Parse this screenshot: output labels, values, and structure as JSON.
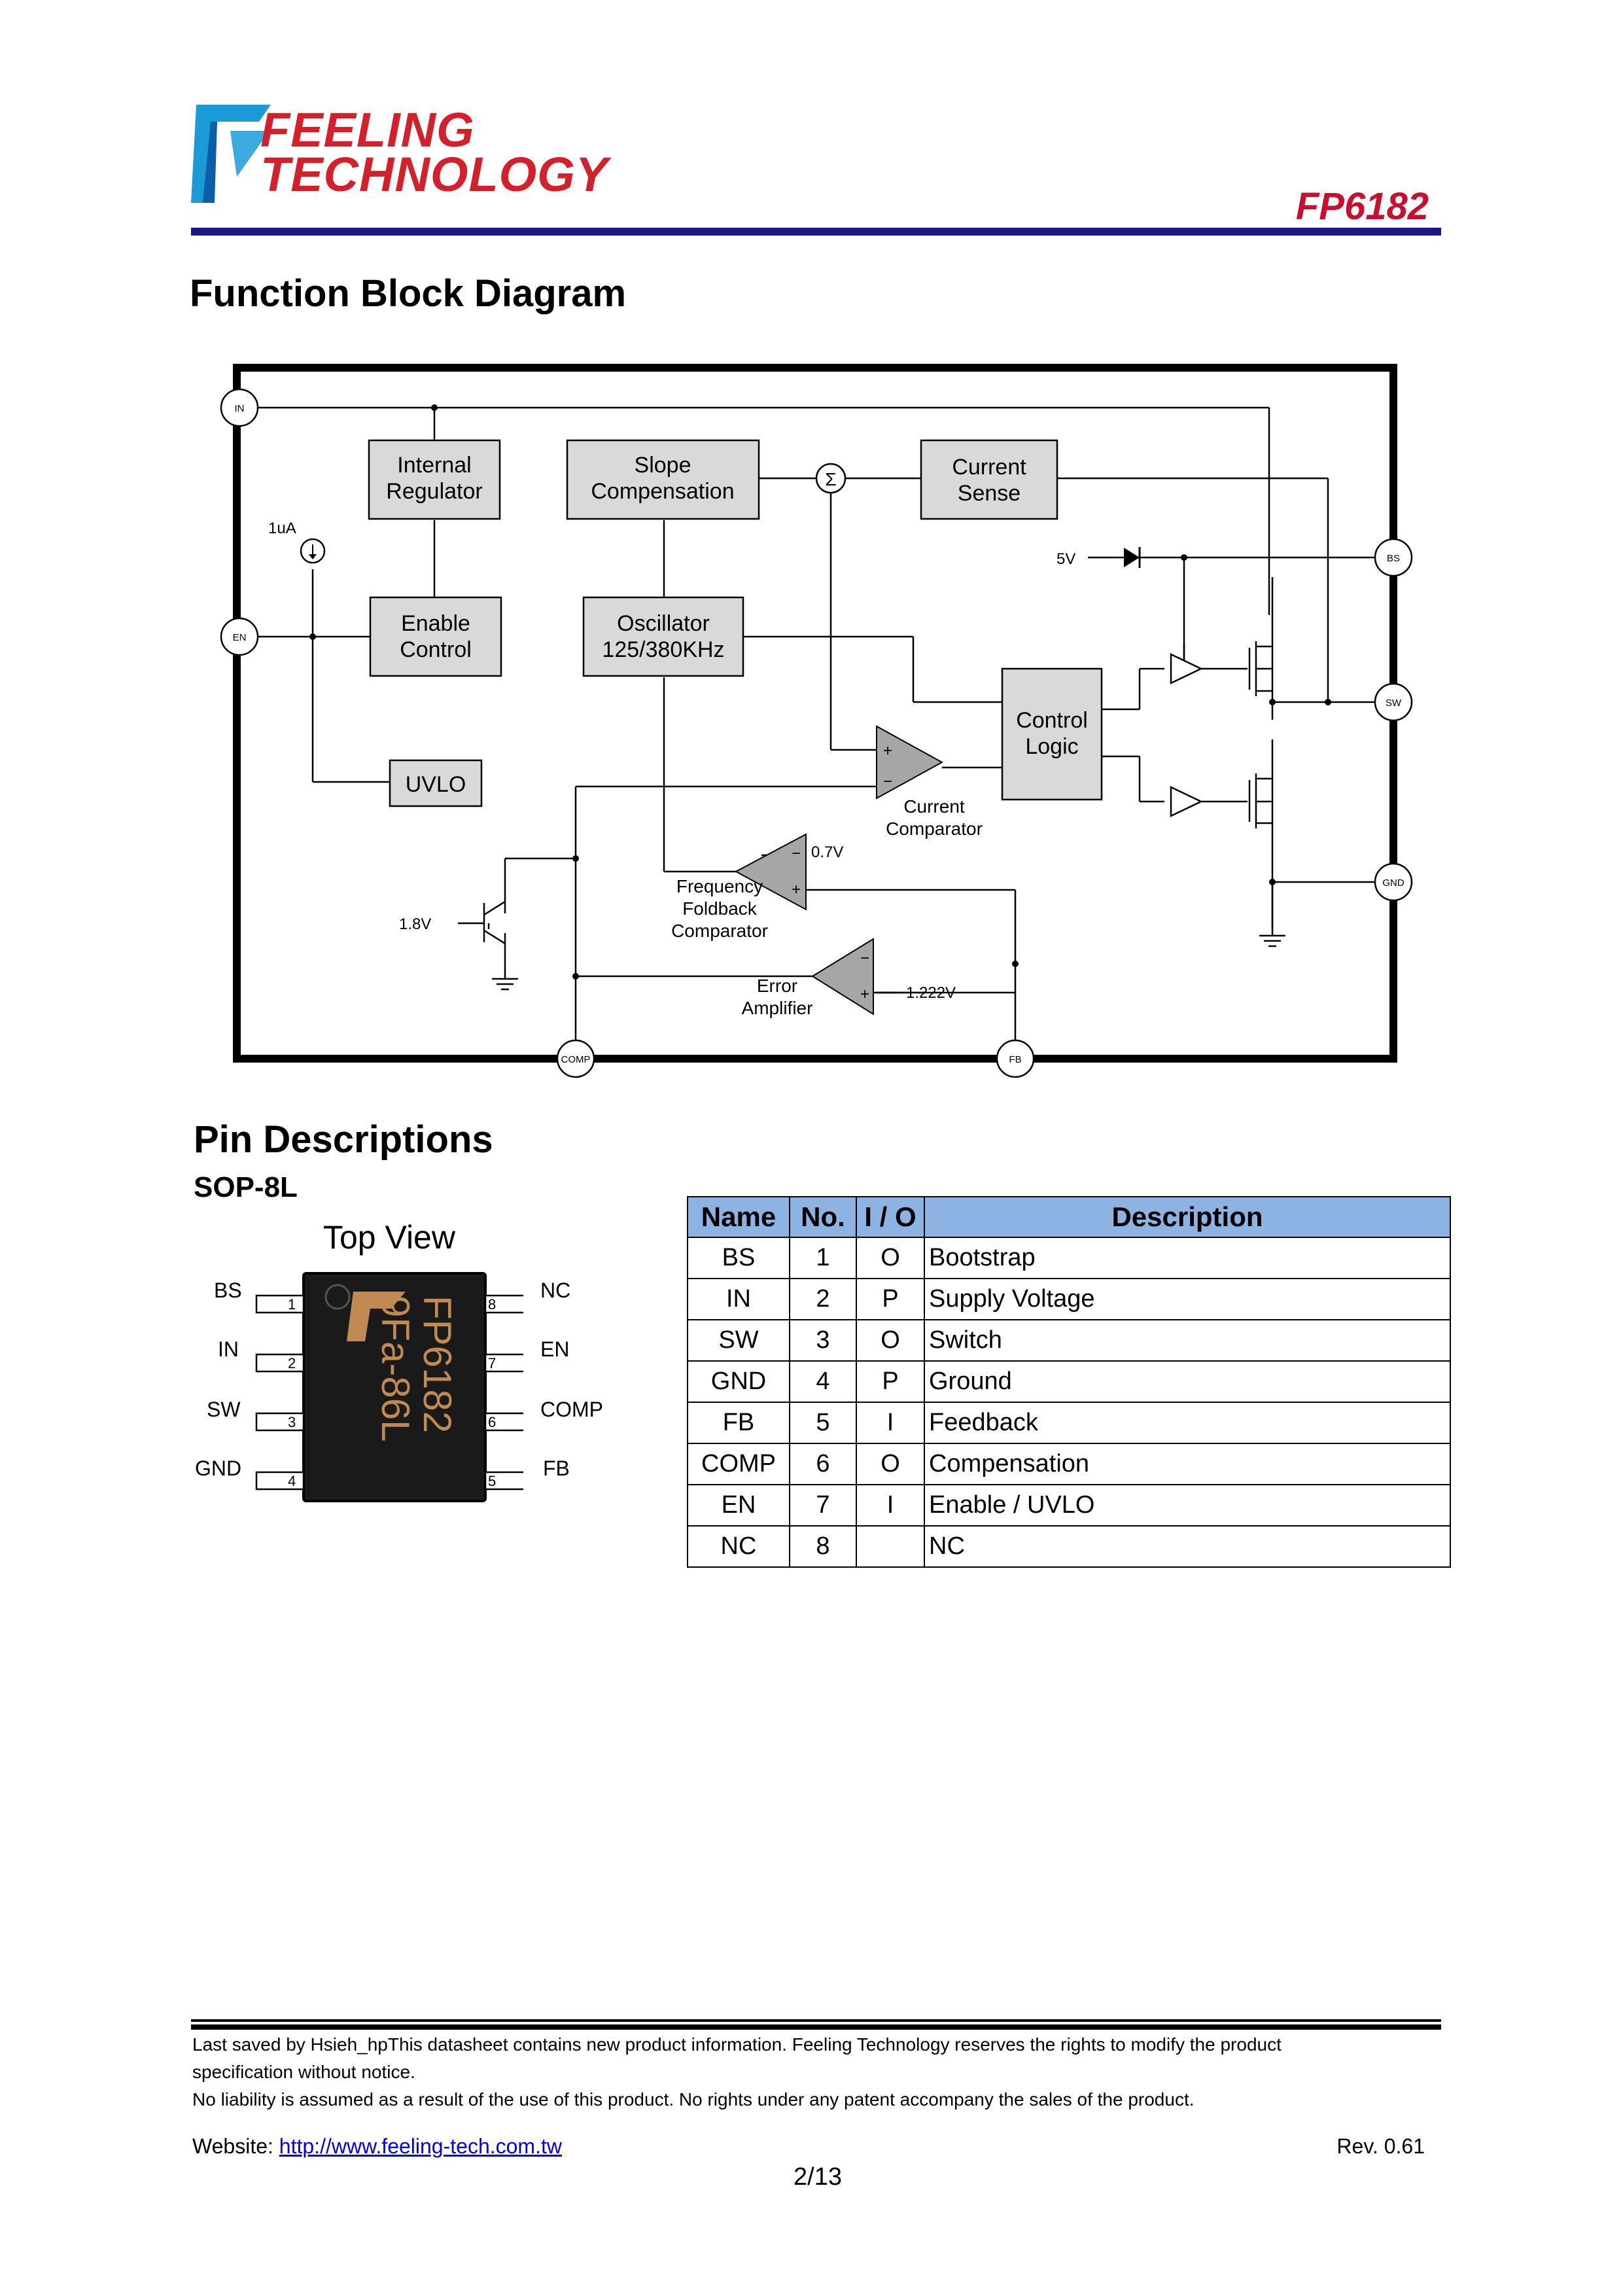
{
  "header": {
    "logo_line1": "FEELING",
    "logo_line2": "TECHNOLOGY",
    "part_number": "FP6182"
  },
  "section1": {
    "title": "Function Block Diagram"
  },
  "diagram": {
    "pins": {
      "in": "IN",
      "en": "EN",
      "bs": "BS",
      "sw": "SW",
      "gnd": "GND",
      "comp": "COMP",
      "fb": "FB"
    },
    "blocks": {
      "internal_regulator": [
        "Internal",
        "Regulator"
      ],
      "slope_compensation": [
        "Slope",
        "Compensation"
      ],
      "current_sense": [
        "Current",
        "Sense"
      ],
      "enable_control": [
        "Enable",
        "Control"
      ],
      "oscillator": [
        "Oscillator",
        "125/380KHz"
      ],
      "control_logic": [
        "Control",
        "Logic"
      ],
      "uvlo": "UVLO"
    },
    "labels": {
      "current_source": "1uA",
      "sigma": "Σ",
      "five_v": "5V",
      "current_comparator": [
        "Current",
        "Comparator"
      ],
      "ref_07": "0.7V",
      "freq_foldback": [
        "Frequency",
        "Foldback",
        "Comparator"
      ],
      "ref_18": "1.8V",
      "error_amp": [
        "Error",
        "Amplifier"
      ],
      "ref_1222": "1.222V",
      "plus": "+",
      "minus": "−"
    }
  },
  "section2": {
    "title": "Pin Descriptions",
    "package": "SOP-8L",
    "top_view": "Top View"
  },
  "chip": {
    "marking_line1": "FP6182",
    "marking_line2": "9Fa-86L",
    "left_pins": [
      {
        "name": "BS",
        "num": "1"
      },
      {
        "name": "IN",
        "num": "2"
      },
      {
        "name": "SW",
        "num": "3"
      },
      {
        "name": "GND",
        "num": "4"
      }
    ],
    "right_pins": [
      {
        "name": "NC",
        "num": "8"
      },
      {
        "name": "EN",
        "num": "7"
      },
      {
        "name": "COMP",
        "num": "6"
      },
      {
        "name": "FB",
        "num": "5"
      }
    ]
  },
  "pin_table": {
    "headers": [
      "Name",
      "No.",
      "I / O",
      "Description"
    ],
    "rows": [
      [
        "BS",
        "1",
        "O",
        "Bootstrap"
      ],
      [
        "IN",
        "2",
        "P",
        "Supply Voltage"
      ],
      [
        "SW",
        "3",
        "O",
        "Switch"
      ],
      [
        "GND",
        "4",
        "P",
        "Ground"
      ],
      [
        "FB",
        "5",
        "I",
        "Feedback"
      ],
      [
        "COMP",
        "6",
        "O",
        "Compensation"
      ],
      [
        "EN",
        "7",
        "I",
        "Enable / UVLO"
      ],
      [
        "NC",
        "8",
        "",
        "NC"
      ]
    ]
  },
  "footer": {
    "line1": "Last saved by Hsieh_hpThis datasheet contains new product information.    Feeling Technology reserves the rights to modify the product",
    "line2": "specification without notice.",
    "line3": "No liability is assumed as a result of the use of this product. No rights under any patent accompany the sales of the product.",
    "website_label": "Website: ",
    "website_url": "http://www.feeling-tech.com.tw",
    "revision": "Rev. 0.61",
    "page": "2/13"
  }
}
